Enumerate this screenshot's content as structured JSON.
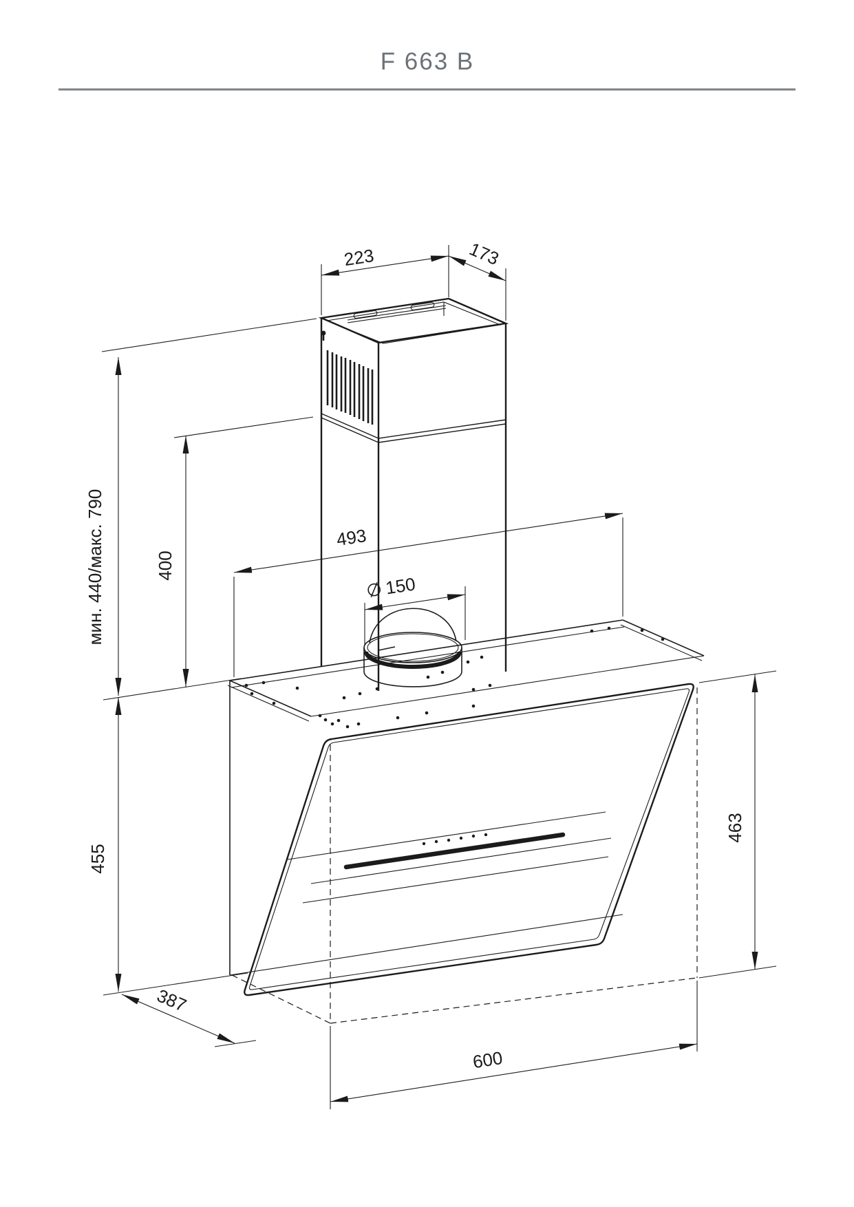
{
  "page": {
    "title": "F 663 B"
  },
  "drawing": {
    "type": "technical dimension drawing",
    "subject": "inclined wall-mounted kitchen hood with telescopic chimney",
    "units": "mm",
    "dimensions": {
      "duct_top_width": "223",
      "duct_top_depth": "173",
      "chimney_height_range": "мин. 440/макс. 790",
      "chimney_lower_section_height": "400",
      "rear_mounting_width": "493",
      "outlet_diameter_symbol": "⌀",
      "outlet_diameter": "150",
      "body_height": "455",
      "front_panel_height": "463",
      "body_depth": "387",
      "body_width": "600"
    }
  }
}
